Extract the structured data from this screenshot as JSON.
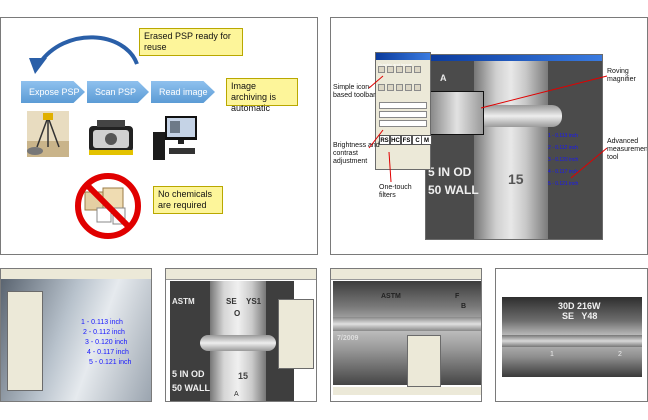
{
  "workflow": {
    "steps": [
      {
        "label": "Expose PSP"
      },
      {
        "label": "Scan PSP"
      },
      {
        "label": "Read image"
      }
    ],
    "reuse_label": "Erased PSP ready for reuse",
    "archive_label": "Image archiving is automatic",
    "chemicals_label": "No chemicals are required"
  },
  "software": {
    "window_title": "Graphic and Image",
    "annotations": {
      "toolbar": "Simple icon-based toolbar",
      "brightness": "Brightness and contrast adjustment",
      "filters": "One-touch filters",
      "magnifier": "Roving magnifier",
      "measurement": "Advanced measurement tool"
    },
    "filter_buttons": [
      "RS",
      "HC",
      "FS",
      "C",
      "M"
    ],
    "radiograph_text": [
      "A",
      "15",
      "5 IN OD",
      "50 WALL"
    ],
    "measurements": [
      "1 - 0.113 inch",
      "2 - 0.112 inch",
      "3 - 0.120 inch",
      "4 - 0.117 inch",
      "5 - 0.121 inch"
    ]
  },
  "thumbnails": {
    "t1_measurements": [
      "1 - 0.113 inch",
      "2 - 0.112 inch",
      "3 - 0.120 inch",
      "4 - 0.117 inch",
      "5 - 0.121 inch"
    ],
    "t2_text": [
      "ASTM",
      "SE",
      "YS1",
      "O",
      "15",
      "5 IN OD",
      "50 WALL",
      "A"
    ],
    "t3_text": [
      "ASTM",
      "F",
      "B",
      "7/2009"
    ],
    "t4_text": [
      "30D 216W",
      "SE   Y48",
      "1",
      "2"
    ]
  }
}
